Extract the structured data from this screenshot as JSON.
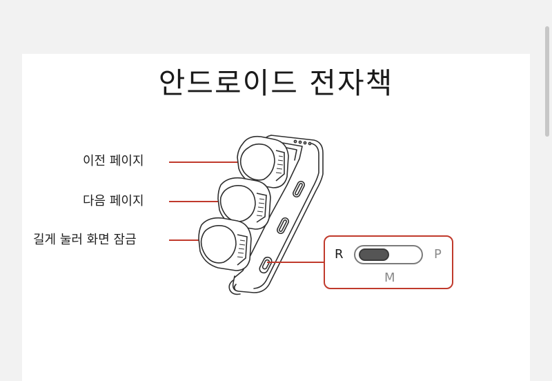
{
  "title": "안드로이드 전자책",
  "callouts": [
    {
      "label": "이전 페이지"
    },
    {
      "label": "다음 페이지"
    },
    {
      "label": "길게 눌러 화면 잠금"
    }
  ],
  "mode_switch": {
    "left_label": "R",
    "right_label": "P",
    "bottom_label": "M",
    "selected": "R"
  },
  "colors": {
    "accent": "#c0392b",
    "text": "#1f1f1f",
    "outline": "#333333"
  }
}
